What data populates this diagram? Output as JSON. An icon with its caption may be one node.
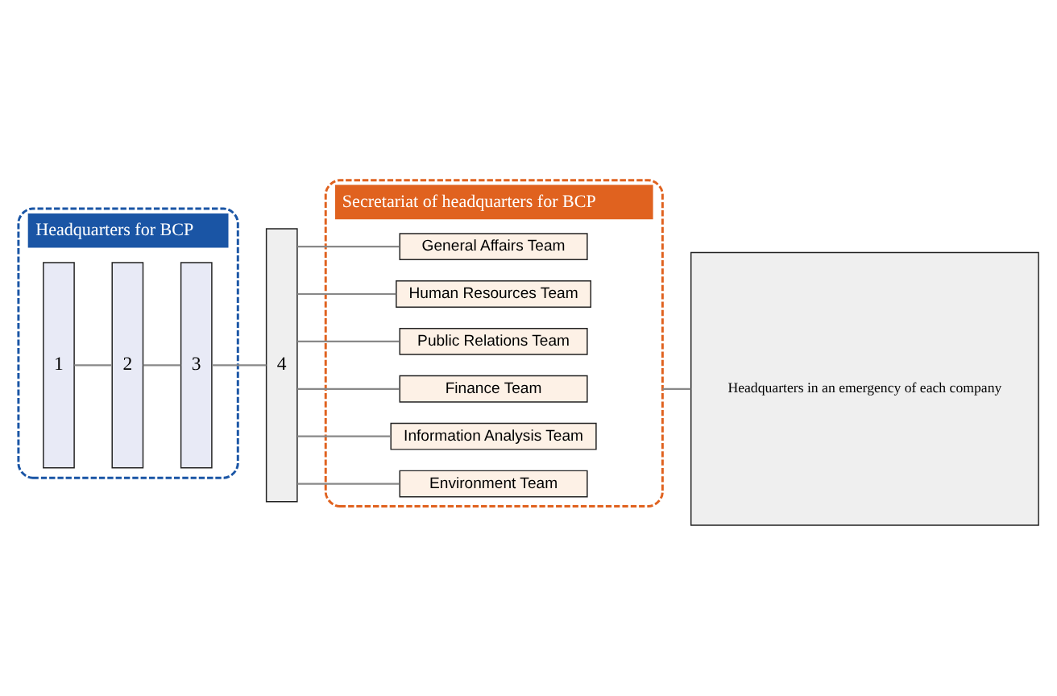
{
  "diagram": {
    "nodes": [
      {
        "text": [
          "Headquarters for BCP"
        ]
      },
      {
        "text": [
          "1"
        ],
        "in": 0
      },
      {
        "text": [
          "2"
        ],
        "in": 0
      },
      {
        "text": [
          "3"
        ],
        "in": 0
      },
      {
        "text": [
          "4"
        ]
      },
      {
        "text": [
          "Secretariat of headquarters for BCP"
        ]
      },
      {
        "text": [
          "General Affairs Team"
        ],
        "in": 5
      },
      {
        "text": [
          "Human Resources Team"
        ],
        "in": 5
      },
      {
        "text": [
          "Public Relations Team"
        ],
        "in": 5
      },
      {
        "text": [
          "Finance Team"
        ],
        "in": 5
      },
      {
        "text": [
          "Information Analysis Team"
        ],
        "in": 5
      },
      {
        "text": [
          "Environment Team"
        ],
        "in": 5
      },
      {
        "text": [
          "Headquarters in an emergency of each company"
        ]
      }
    ],
    "edges": [
      {
        "from": 1,
        "to": 2,
        "arrow": "none"
      },
      {
        "from": 2,
        "to": 3,
        "arrow": "none"
      },
      {
        "from": 3,
        "to": 4,
        "arrow": "none"
      },
      {
        "from": 4,
        "to": 6,
        "arrow": "none"
      },
      {
        "from": 4,
        "to": 7,
        "arrow": "none"
      },
      {
        "from": 4,
        "to": 8,
        "arrow": "none"
      },
      {
        "from": 4,
        "to": 9,
        "arrow": "none"
      },
      {
        "from": 4,
        "to": 10,
        "arrow": "none"
      },
      {
        "from": 4,
        "to": 11,
        "arrow": "none"
      },
      {
        "from": 5,
        "to": 12,
        "arrow": "none"
      }
    ]
  }
}
